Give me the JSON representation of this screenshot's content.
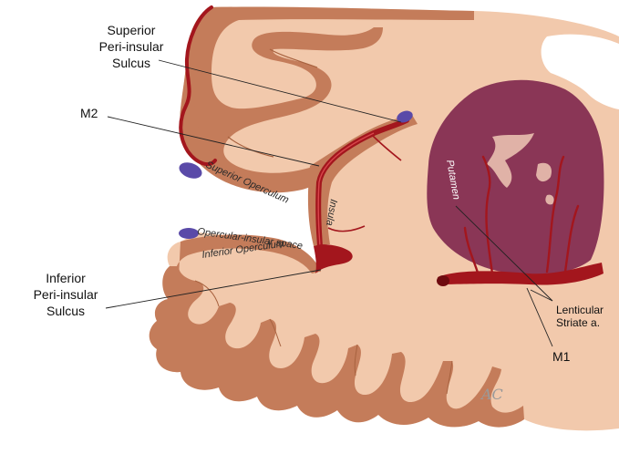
{
  "labels": {
    "superior_sulcus": [
      "Superior",
      "Peri-insular",
      "Sulcus"
    ],
    "m2": "M2",
    "superior_operculum": "Superior Operculum",
    "insula": "Insula",
    "opercular_insular_space": "Opercular-insular space",
    "inferior_operculum": "Inferior Operculum",
    "inferior_sulcus": [
      "Inferior",
      "Peri-insular",
      "Sulcus"
    ],
    "putamen": "Putamen",
    "lenticular_striate": [
      "Lenticular",
      "Striate a."
    ],
    "m1": "M1"
  },
  "signature": "AC",
  "colors": {
    "white_matter": "#f2c9ac",
    "gray_matter": "#c47c5a",
    "gray_matter_edge": "#a8623f",
    "artery": "#a3161d",
    "artery_dark": "#6e0b10",
    "vein": "#5a4aa8",
    "putamen": "#8a3656",
    "putamen_light": "#e9c0b0",
    "ventricle": "#ffffff"
  }
}
